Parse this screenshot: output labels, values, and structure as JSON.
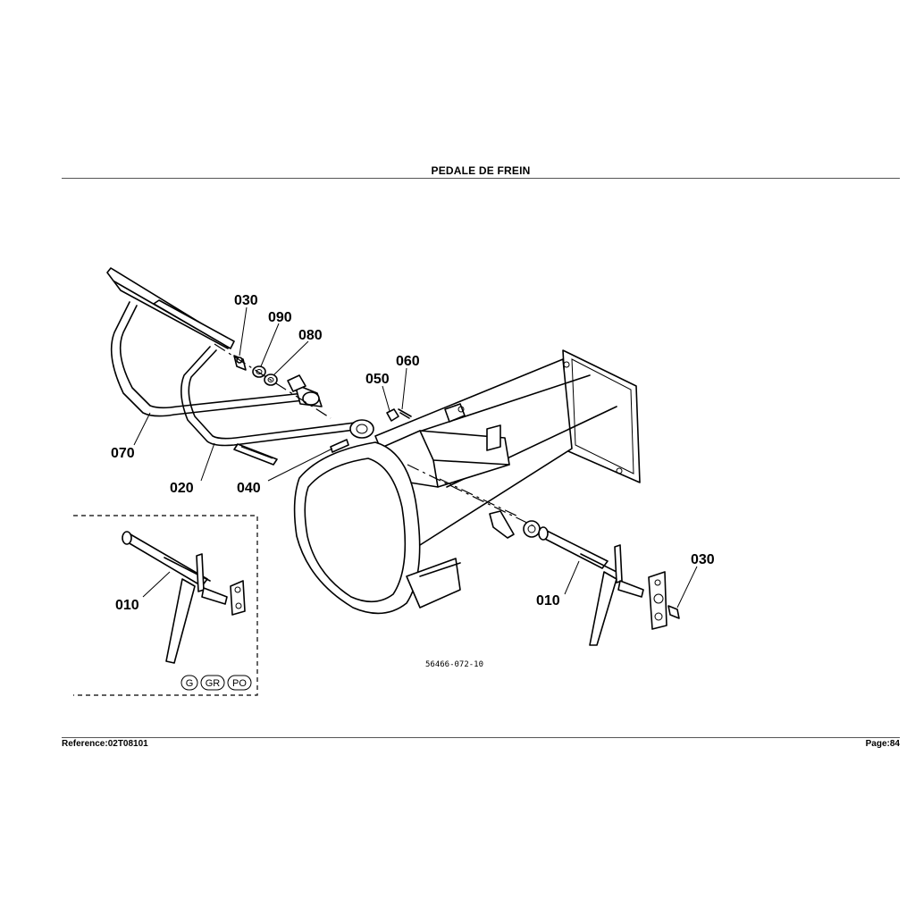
{
  "header": {
    "title": "PEDALE DE FREIN"
  },
  "diagram": {
    "part_labels": {
      "p030_top": "030",
      "p090": "090",
      "p080": "080",
      "p060": "060",
      "p050": "050",
      "p070": "070",
      "p020": "020",
      "p040": "040",
      "p010_inset": "010",
      "p010_main": "010",
      "p030_right": "030"
    },
    "drawing_code": "56466-072-10",
    "variant_badges": [
      "G",
      "GR",
      "PO"
    ]
  },
  "footer": {
    "reference": "Reference:02T08101",
    "page": "Page:84"
  }
}
